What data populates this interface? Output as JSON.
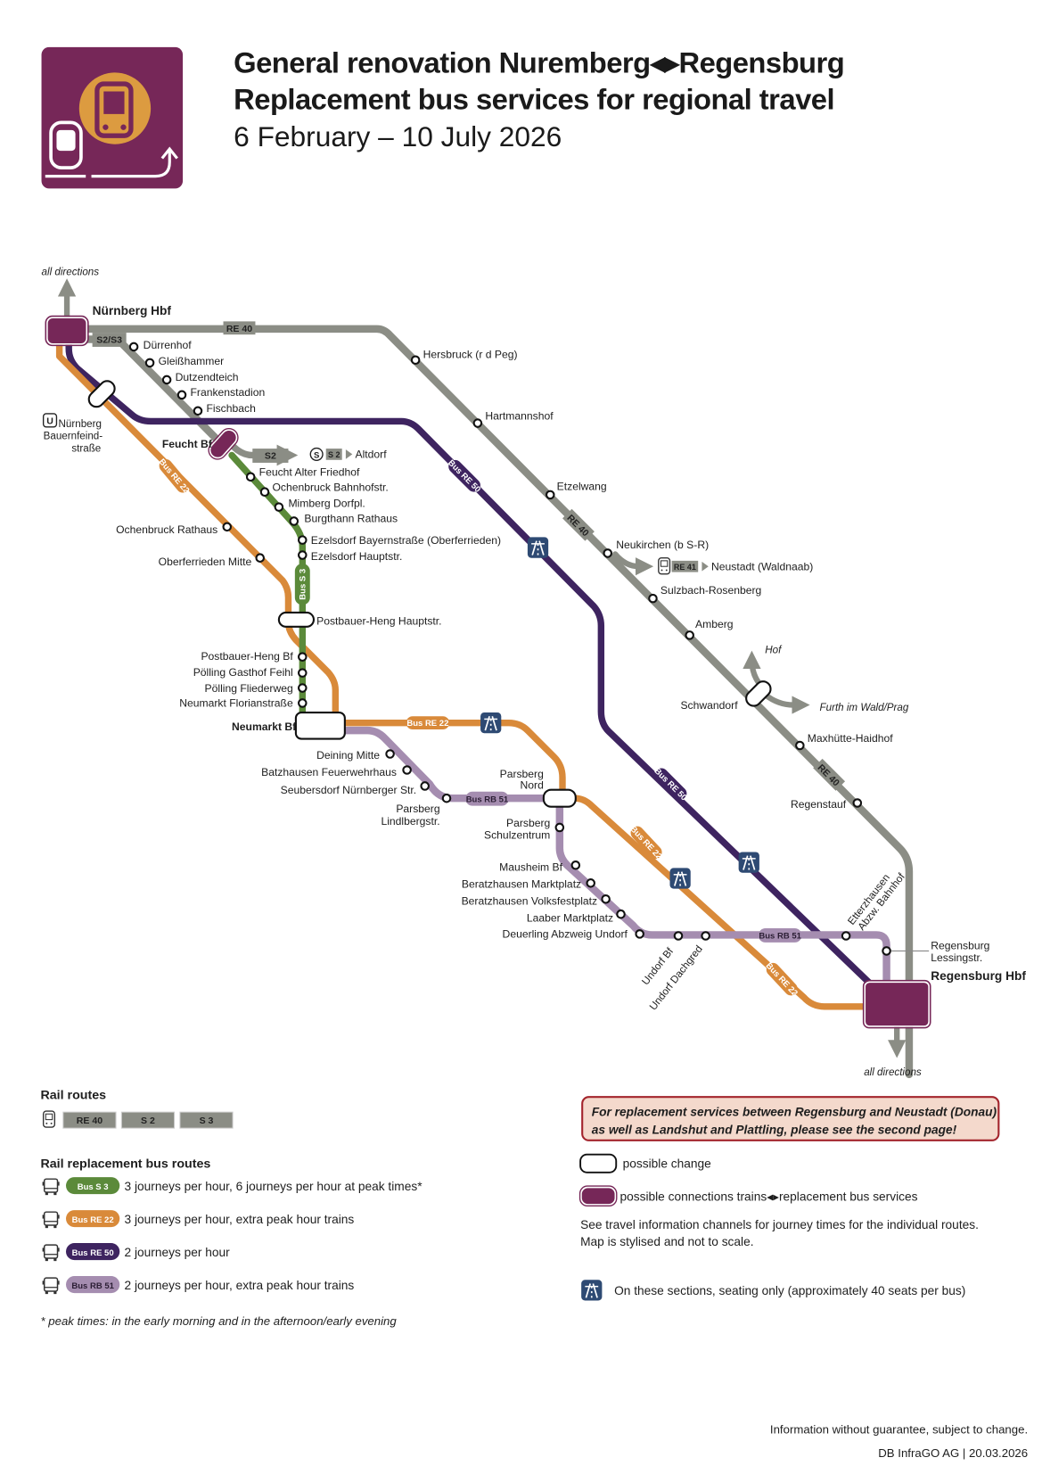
{
  "header": {
    "title_line1": "General renovation Nuremberg◂▸Regensburg",
    "title_line2": "Replacement bus services for regional travel",
    "date_range": "6 February – 10 July 2026",
    "logo_icon": "bus-replacement-icon"
  },
  "colors": {
    "rail_grey": "#8b8d85",
    "bus_s3_green": "#5b8a3a",
    "bus_re22_orange": "#d98a3a",
    "bus_re50_purple": "#3e2460",
    "bus_rb51_lilac": "#a58db0",
    "hub_magenta": "#762758",
    "motorway_blue": "#2e4a73",
    "warning_bg": "#f4d9cc",
    "warning_border": "#a3242c"
  },
  "map": {
    "all_directions_top": "all directions",
    "all_directions_bottom": "all directions",
    "hubs": {
      "nuernberg": "Nürnberg Hbf",
      "feucht": "Feucht Bf",
      "neumarkt": "Neumarkt Bf",
      "regensburg": "Regensburg Hbf"
    },
    "route_tags": {
      "re40_top": "RE 40",
      "s2s3": "S2/S3",
      "re40_diag1": "RE 40",
      "re40_diag2": "RE 40",
      "s2_branch": "S2",
      "s2_small": "S 2",
      "re41_small": "RE 41",
      "bus_re22_1": "Bus RE 22",
      "bus_re22_2": "Bus RE 22",
      "bus_re22_3": "Bus RE 22",
      "bus_re22_4": "Bus RE 22",
      "bus_re50_1": "Bus RE 50",
      "bus_re50_2": "Bus RE 50",
      "bus_s3": "Bus S 3",
      "bus_rb51_1": "Bus RB 51",
      "bus_rb51_2": "Bus RB 51"
    },
    "branches": {
      "altdorf": "Altdorf",
      "neustadt_waldnaab": "Neustadt (Waldnaab)",
      "hof": "Hof",
      "furth": "Furth im Wald/Prag",
      "ubahn": "Nürnberg Bauernfeind-straße",
      "ubahn_l1": "Nürnberg",
      "ubahn_l2": "Bauernfeind-",
      "ubahn_l3": "straße"
    },
    "stations_s2s3": [
      "Dürrenhof",
      "Gleißhammer",
      "Dutzendteich",
      "Frankenstadion",
      "Fischbach"
    ],
    "stations_re40": [
      "Hersbruck (r d Peg)",
      "Hartmannshof",
      "Etzelwang",
      "Neukirchen (b S-R)",
      "Sulzbach-Rosenberg",
      "Amberg",
      "Schwandorf",
      "Maxhütte-Haidhof",
      "Regenstauf"
    ],
    "stations_bus_s3": [
      "Feucht Alter Friedhof",
      "Ochenbruck Bahnhofstr.",
      "Mimberg Dorfpl.",
      "Burgthann Rathaus",
      "Ezelsdorf Bayernstraße (Oberferrieden)",
      "Ezelsdorf Hauptstr.",
      "Postbauer-Heng Hauptstr.",
      "Postbauer-Heng Bf",
      "Pölling Gasthof Feihl",
      "Pölling Fliederweg",
      "Neumarkt Florianstraße"
    ],
    "stations_bus_re22": [
      "Ochenbruck Rathaus",
      "Oberferrieden Mitte"
    ],
    "stations_bus_rb51": [
      "Deining Mitte",
      "Batzhausen Feuerwehrhaus",
      "Seubersdorf Nürnberger Str.",
      "Parsberg Lindlbergstr.",
      "Parsberg Nord",
      "Parsberg Schulzentrum",
      "Mausheim Bf",
      "Beratzhausen Marktplatz",
      "Beratzhausen Volksfestplatz",
      "Laaber Marktplatz",
      "Deuerling Abzweig Undorf",
      "Undorf Bf",
      "Undorf Dachgred",
      "Etterzhausen Abzw. Bahnhof",
      "Regensburg Lessingstr."
    ],
    "labels": {
      "parsberg_lindl_1": "Parsberg",
      "parsberg_lindl_2": "Lindlbergstr.",
      "parsberg_nord_1": "Parsberg",
      "parsberg_nord_2": "Nord",
      "parsberg_schul_1": "Parsberg",
      "parsberg_schul_2": "Schulzentrum",
      "etterz_1": "Etterzhausen",
      "etterz_2": "Abzw. Bahnhof",
      "lessing_1": "Regensburg",
      "lessing_2": "Lessingstr."
    }
  },
  "legend": {
    "rail_heading": "Rail routes",
    "rail_routes": [
      "RE 40",
      "S 2",
      "S 3"
    ],
    "bus_heading": "Rail replacement bus routes",
    "bus_routes": [
      {
        "label": "Bus S 3",
        "desc": "3 journeys per hour, 6 journeys per hour at peak times*"
      },
      {
        "label": "Bus RE 22",
        "desc": "3 journeys per hour, extra peak hour trains"
      },
      {
        "label": "Bus RE 50",
        "desc": "2 journeys per hour"
      },
      {
        "label": "Bus RB 51",
        "desc": "2 journeys per hour, extra peak hour trains"
      }
    ],
    "footnote": "* peak times: in the early morning and in the afternoon/early evening",
    "warning_line1": "For replacement services between Regensburg and Neustadt (Donau)",
    "warning_line2": "as well as Landshut and Plattling, please see the second page!",
    "possible_change": "possible change",
    "possible_connections": "possible connections trains◂▸replacement bus services",
    "info_line1": "See travel information channels for journey times for the individual routes.",
    "info_line2": "Map is stylised and not to scale.",
    "seating_only": "On these sections, seating only (approximately 40 seats per bus)"
  },
  "footer": {
    "disclaimer": "Information without guarantee, subject to change.",
    "publisher_date": "DB InfraGO AG | 20.03.2026"
  }
}
